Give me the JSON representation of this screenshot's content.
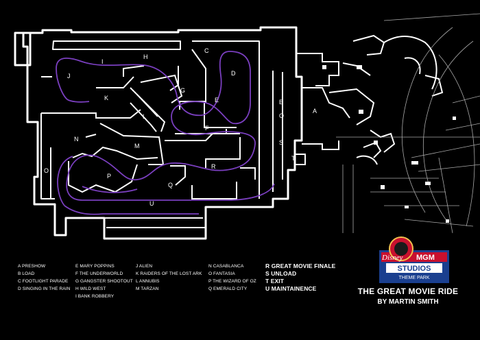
{
  "map": {
    "rooms": [
      {
        "letter": "A"
      },
      {
        "letter": "B"
      },
      {
        "letter": "O"
      },
      {
        "letter": "S"
      },
      {
        "letter": "T"
      },
      {
        "letter": "C"
      },
      {
        "letter": "D"
      },
      {
        "letter": "E"
      },
      {
        "letter": "F"
      },
      {
        "letter": "G"
      },
      {
        "letter": "H"
      },
      {
        "letter": "I"
      },
      {
        "letter": "J"
      },
      {
        "letter": "K"
      },
      {
        "letter": "L"
      },
      {
        "letter": "M"
      },
      {
        "letter": "N"
      },
      {
        "letter": "O"
      },
      {
        "letter": "P"
      },
      {
        "letter": "Q"
      },
      {
        "letter": "R"
      },
      {
        "letter": "U"
      }
    ],
    "colors": {
      "background": "#000000",
      "walls": "#ffffff",
      "track": "#7a3fbf",
      "logo_red": "#c8102e",
      "logo_blue": "#1a3f8f"
    }
  },
  "legend": {
    "col1": [
      "A PRESHOW",
      "B LOAD",
      "C FOOTLIGHT PARADE",
      "D SINGING IN THE RAIN"
    ],
    "col2": [
      "E MARY POPPINS",
      "F THE UNDERWORLD",
      "G GANGSTER SHOOTOUT",
      "H WILD WEST",
      "I BANK ROBBERY"
    ],
    "col3": [
      "J ALIEN",
      "K RAIDERS OF THE LOST ARK",
      "L ANNUBIS",
      "M TARZAN"
    ],
    "col4": [
      "N CASABLANCA",
      "O FANTASIA",
      "P THE WIZARD OF OZ",
      "Q EMERALD CITY"
    ],
    "col5": [
      "R GREAT MOVIE FINALE",
      "S UNLOAD",
      "T EXIT",
      "U MAINTAINENCE"
    ]
  },
  "logo": {
    "line1": "Disney",
    "line2": "MGM",
    "line3": "STUDIOS",
    "line4": "THEME PARK"
  },
  "title": {
    "main": "THE GREAT MOVIE RIDE",
    "sub": "BY MARTIN SMITH"
  }
}
